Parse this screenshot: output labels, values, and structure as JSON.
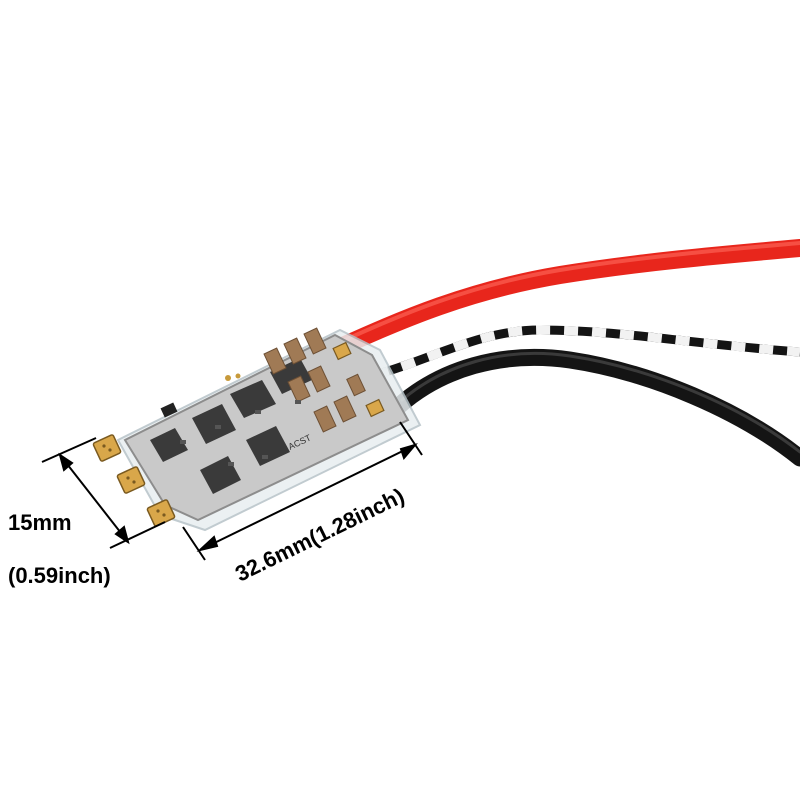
{
  "dimensions": {
    "width_label": "15mm",
    "width_label_inch": "(0.59inch)",
    "length_label": "32.6mm(1.28inch)"
  },
  "product": {
    "board_marking": "ACST"
  },
  "colors": {
    "background": "#ffffff",
    "wire_red": "#e8261c",
    "wire_black": "#141414",
    "wire_white": "#f2f2f2",
    "pcb": "#c9c9c9",
    "pad_gold": "#d9a74a"
  }
}
